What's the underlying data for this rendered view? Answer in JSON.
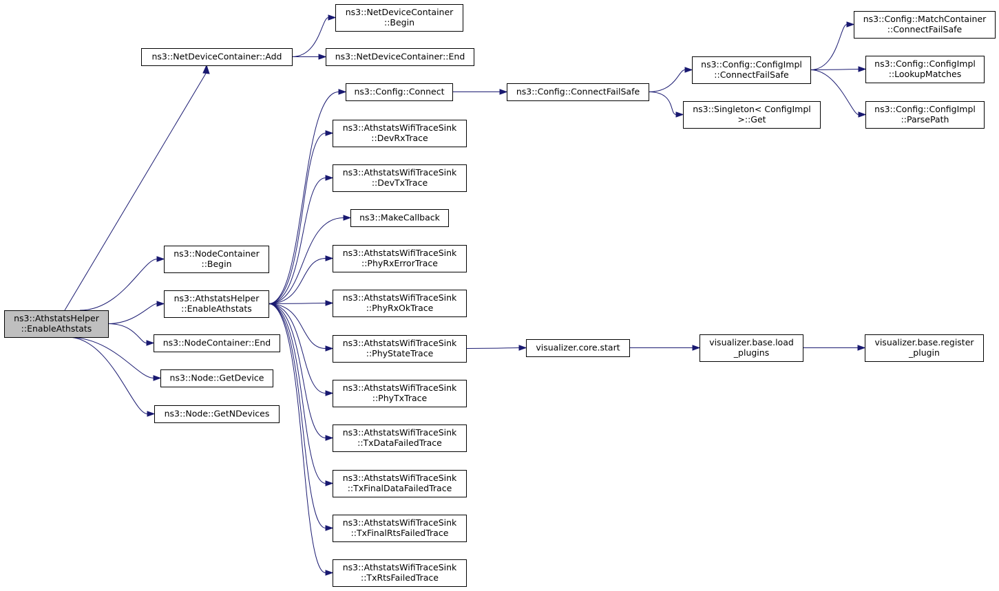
{
  "nodes": [
    {
      "id": "root",
      "lines": [
        "ns3::AthstatsHelper",
        "::EnableAthstats"
      ],
      "root": true
    },
    {
      "id": "ndc_add",
      "lines": [
        "ns3::NetDeviceContainer::Add"
      ]
    },
    {
      "id": "ndc_begin",
      "lines": [
        "ns3::NetDeviceContainer",
        "::Begin"
      ]
    },
    {
      "id": "ndc_end",
      "lines": [
        "ns3::NetDeviceContainer::End"
      ]
    },
    {
      "id": "nc_begin",
      "lines": [
        "ns3::NodeContainer",
        "::Begin"
      ]
    },
    {
      "id": "ah_enable",
      "lines": [
        "ns3::AthstatsHelper",
        "::EnableAthstats"
      ]
    },
    {
      "id": "nc_end",
      "lines": [
        "ns3::NodeContainer::End"
      ]
    },
    {
      "id": "node_getdevice",
      "lines": [
        "ns3::Node::GetDevice"
      ]
    },
    {
      "id": "node_getndevices",
      "lines": [
        "ns3::Node::GetNDevices"
      ]
    },
    {
      "id": "cfg_connect",
      "lines": [
        "ns3::Config::Connect"
      ]
    },
    {
      "id": "devrx",
      "lines": [
        "ns3::AthstatsWifiTraceSink",
        "::DevRxTrace"
      ]
    },
    {
      "id": "devtx",
      "lines": [
        "ns3::AthstatsWifiTraceSink",
        "::DevTxTrace"
      ]
    },
    {
      "id": "makecb",
      "lines": [
        "ns3::MakeCallback"
      ]
    },
    {
      "id": "phyrxerr",
      "lines": [
        "ns3::AthstatsWifiTraceSink",
        "::PhyRxErrorTrace"
      ]
    },
    {
      "id": "phyrxok",
      "lines": [
        "ns3::AthstatsWifiTraceSink",
        "::PhyRxOkTrace"
      ]
    },
    {
      "id": "phystate",
      "lines": [
        "ns3::AthstatsWifiTraceSink",
        "::PhyStateTrace"
      ]
    },
    {
      "id": "phytx",
      "lines": [
        "ns3::AthstatsWifiTraceSink",
        "::PhyTxTrace"
      ]
    },
    {
      "id": "txdatafail",
      "lines": [
        "ns3::AthstatsWifiTraceSink",
        "::TxDataFailedTrace"
      ]
    },
    {
      "id": "txfinaldata",
      "lines": [
        "ns3::AthstatsWifiTraceSink",
        "::TxFinalDataFailedTrace"
      ]
    },
    {
      "id": "txfinalrts",
      "lines": [
        "ns3::AthstatsWifiTraceSink",
        "::TxFinalRtsFailedTrace"
      ]
    },
    {
      "id": "txrts",
      "lines": [
        "ns3::AthstatsWifiTraceSink",
        "::TxRtsFailedTrace"
      ]
    },
    {
      "id": "cfg_cfs",
      "lines": [
        "ns3::Config::ConnectFailSafe"
      ]
    },
    {
      "id": "cfgimpl_cfs",
      "lines": [
        "ns3::Config::ConfigImpl",
        "::ConnectFailSafe"
      ]
    },
    {
      "id": "singleton_get",
      "lines": [
        "ns3::Singleton< ConfigImpl",
        ">::Get"
      ]
    },
    {
      "id": "mc_cfs",
      "lines": [
        "ns3::Config::MatchContainer",
        "::ConnectFailSafe"
      ]
    },
    {
      "id": "cfgimpl_lookup",
      "lines": [
        "ns3::Config::ConfigImpl",
        "::LookupMatches"
      ]
    },
    {
      "id": "cfgimpl_parse",
      "lines": [
        "ns3::Config::ConfigImpl",
        "::ParsePath"
      ]
    },
    {
      "id": "vis_start",
      "lines": [
        "visualizer.core.start"
      ]
    },
    {
      "id": "vis_load",
      "lines": [
        "visualizer.base.load",
        "_plugins"
      ]
    },
    {
      "id": "vis_register",
      "lines": [
        "visualizer.base.register",
        "_plugin"
      ]
    }
  ],
  "edges": [
    {
      "from": "root",
      "to": "ndc_add"
    },
    {
      "from": "root",
      "to": "nc_begin"
    },
    {
      "from": "root",
      "to": "ah_enable"
    },
    {
      "from": "root",
      "to": "nc_end"
    },
    {
      "from": "root",
      "to": "node_getdevice"
    },
    {
      "from": "root",
      "to": "node_getndevices"
    },
    {
      "from": "ndc_add",
      "to": "ndc_begin"
    },
    {
      "from": "ndc_add",
      "to": "ndc_end"
    },
    {
      "from": "ah_enable",
      "to": "cfg_connect"
    },
    {
      "from": "ah_enable",
      "to": "devrx"
    },
    {
      "from": "ah_enable",
      "to": "devtx"
    },
    {
      "from": "ah_enable",
      "to": "makecb"
    },
    {
      "from": "ah_enable",
      "to": "phyrxerr"
    },
    {
      "from": "ah_enable",
      "to": "phyrxok"
    },
    {
      "from": "ah_enable",
      "to": "phystate"
    },
    {
      "from": "ah_enable",
      "to": "phytx"
    },
    {
      "from": "ah_enable",
      "to": "txdatafail"
    },
    {
      "from": "ah_enable",
      "to": "txfinaldata"
    },
    {
      "from": "ah_enable",
      "to": "txfinalrts"
    },
    {
      "from": "ah_enable",
      "to": "txrts"
    },
    {
      "from": "cfg_connect",
      "to": "cfg_cfs"
    },
    {
      "from": "cfg_cfs",
      "to": "cfgimpl_cfs"
    },
    {
      "from": "cfg_cfs",
      "to": "singleton_get"
    },
    {
      "from": "cfgimpl_cfs",
      "to": "mc_cfs"
    },
    {
      "from": "cfgimpl_cfs",
      "to": "cfgimpl_lookup"
    },
    {
      "from": "cfgimpl_cfs",
      "to": "cfgimpl_parse"
    },
    {
      "from": "phystate",
      "to": "vis_start"
    },
    {
      "from": "vis_start",
      "to": "vis_load"
    },
    {
      "from": "vis_load",
      "to": "vis_register"
    }
  ],
  "colors": {
    "edge": "#191970",
    "root_fill": "#bfbfbf",
    "node_fill": "#ffffff"
  }
}
